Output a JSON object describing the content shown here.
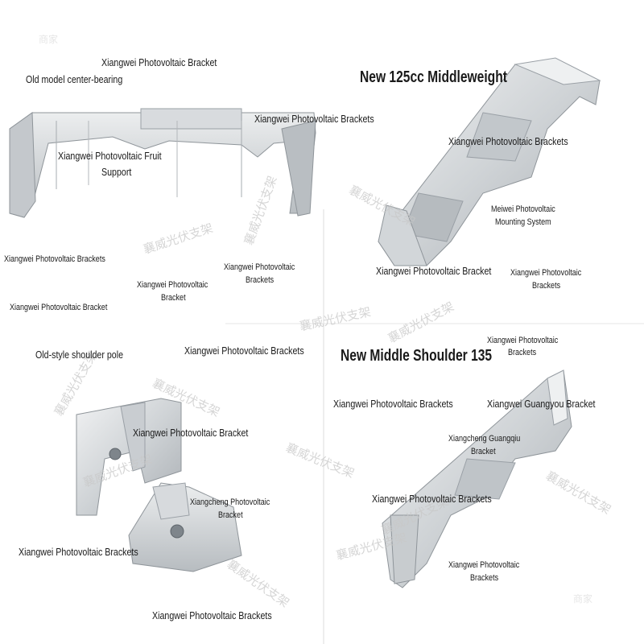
{
  "labels": {
    "l01": "Xiangwei Photovoltaic Bracket",
    "l02": "Old model center-bearing",
    "l03": "New 125cc Middleweight",
    "l04": "Xiangwei Photovoltaic Brackets",
    "l05": "Xiangwei Photovoltaic Brackets",
    "l06": "Xiangwei Photovoltaic Fruit",
    "l07": "Support",
    "l08": "Meiwei Photovoltaic",
    "l09": "Mounting System",
    "l10": "Xiangwei Photovoltaic Brackets",
    "l11": "Xiangwei Photovoltaic",
    "l12": "Brackets",
    "l13": "Xiangwei Photovoltaic Bracket",
    "l14": "Xiangwei Photovoltaic",
    "l15": "Brackets",
    "l16": "Xiangwei Photovoltaic",
    "l17": "Bracket",
    "l18": "Xiangwei Photovoltaic Bracket",
    "l19": "Old-style shoulder pole",
    "l20": "Xiangwei Photovoltaic Brackets",
    "l21": "Xiangwei Photovoltaic",
    "l22": "Brackets",
    "l23": "New Middle Shoulder 135",
    "l24": "Xiangwei Photovoltaic Brackets",
    "l25": "Xiangwei Guangyou Bracket",
    "l26": "Xiangcheng Guangqiu",
    "l27": "Bracket",
    "l28": "Xiangwei Photovoltaic Bracket",
    "l29": "Xiangcheng Photovoltaic",
    "l30": "Bracket",
    "l31": "Xiangwei Photovoltaic Brackets",
    "l32": "Xiangwei Photovoltaic Brackets",
    "l33": "Xiangwei Photovoltaic",
    "l34": "Brackets",
    "l35": "Xiangwei Photovoltaic Brackets"
  },
  "watermark": "襄威光伏支架",
  "corner_marks": {
    "top_left": "商家",
    "bottom_right": "商家"
  },
  "colors": {
    "background": "#ffffff",
    "aluminum_light": "#e6e8ea",
    "aluminum_mid": "#c9cdd1",
    "aluminum_dark": "#9aa0a6",
    "text": "#1a1a1a",
    "watermark": "#c8c8c8"
  }
}
